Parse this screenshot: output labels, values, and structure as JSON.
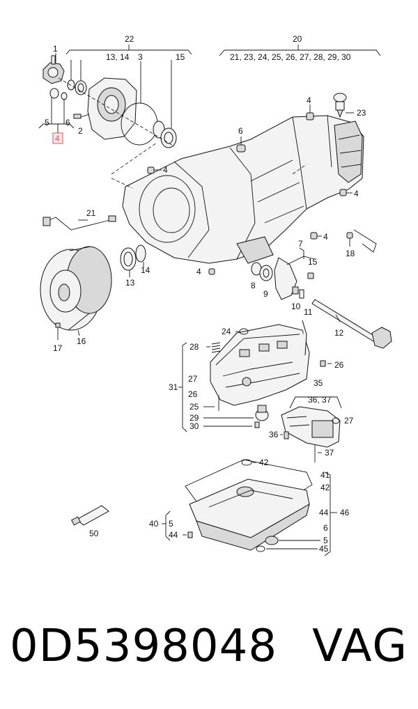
{
  "callouts": {
    "c1": "1",
    "c2": "2",
    "c3": "3",
    "c4": "4",
    "c5": "5",
    "c6": "6",
    "c4b": "4",
    "c6b": "6",
    "c23": "23",
    "c4c": "4",
    "c4d": "4",
    "c22": "22",
    "c22sub": "13, 14",
    "c15": "15",
    "c20": "20",
    "c20sub": "21, 23, 24, 25, 26, 27, 28, 29, 30",
    "c21": "21",
    "c13": "13",
    "c14": "14",
    "c16": "16",
    "c17": "17",
    "c4e": "4",
    "c7": "7",
    "c15b": "15",
    "c8": "8",
    "c9": "9",
    "c10": "10",
    "c11": "11",
    "c12": "12",
    "c4f": "4",
    "c18": "18",
    "c24": "24",
    "c28": "28",
    "c26": "26",
    "c31": "31",
    "c27": "27",
    "c26b": "26",
    "c25": "25",
    "c29": "29",
    "c30": "30",
    "c35": "35",
    "c3637": "36, 37",
    "c27b": "27",
    "c36": "36",
    "c37": "37",
    "c42": "42",
    "c41": "41",
    "c42b": "42",
    "c44": "44",
    "c46": "46",
    "c6c": "6",
    "c5b": "5",
    "c45": "45",
    "c40": "40",
    "c5c": "5",
    "c44b": "44",
    "c50": "50"
  },
  "highlight_color": "#e8505b",
  "footer": {
    "part_number": "0D5398048",
    "brand": "VAG"
  }
}
